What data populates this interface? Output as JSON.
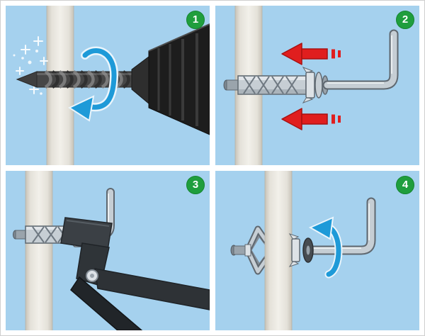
{
  "panels": [
    {
      "badge": "1",
      "illustration": "drill-pilot-hole"
    },
    {
      "badge": "2",
      "illustration": "insert-anchor-with-hook"
    },
    {
      "badge": "3",
      "illustration": "squeeze-anchor-with-setting-pliers"
    },
    {
      "badge": "4",
      "illustration": "tighten-hook-until-anchor-expands"
    }
  ],
  "colors": {
    "panel_bg": "#a5d1ee",
    "gutter": "#ffffff",
    "badge_bg": "#1f9e3d",
    "badge_text": "#ffffff",
    "wall_light": "#f2f0ea",
    "wall_edge": "#c7c3b8",
    "metal_light": "#dde2e6",
    "metal_mid": "#c6ced4",
    "metal_dark": "#5f6870",
    "drill_body": "#474747",
    "drill_chuck": "#1d1d1d",
    "rotate_arrow": "#1e9ad8",
    "push_arrow": "#e01e1e"
  }
}
